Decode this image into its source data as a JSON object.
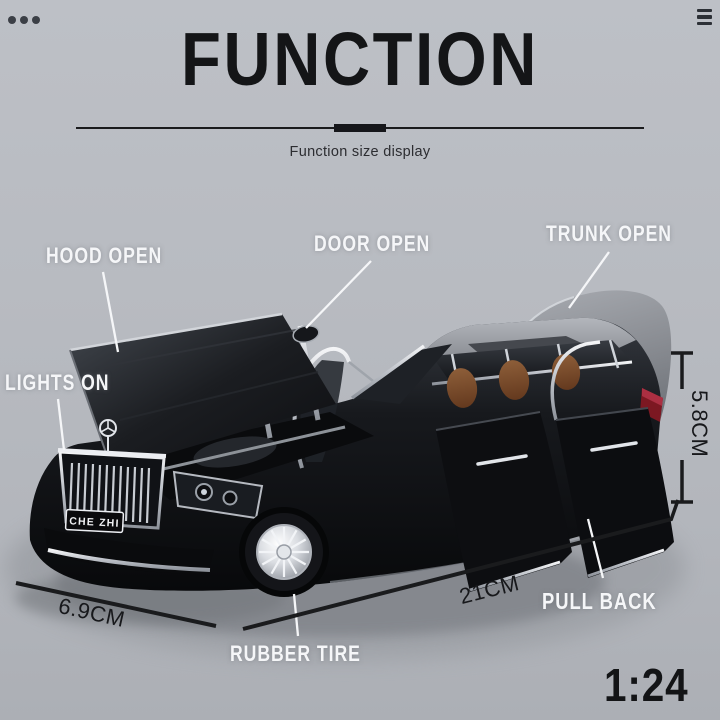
{
  "header": {
    "title": "FUNCTION",
    "subtitle": "Function size display"
  },
  "icons": {
    "top_left": "more-options-dots",
    "top_right": "hamburger-menu"
  },
  "feature_labels": {
    "hood": "HOOD OPEN",
    "door": "DOOR OPEN",
    "trunk": "TRUNK OPEN",
    "lights": "LIGHTS ON",
    "pull_back": "PULL BACK",
    "rubber_tire": "RUBBER TIRE"
  },
  "dimensions": {
    "height": "5.8CM",
    "length": "21CM",
    "width": "6.9CM"
  },
  "scale_ratio": "1:24",
  "car": {
    "license_plate": "CHE ZHI"
  },
  "colors": {
    "background": "#b8bbc1",
    "heading_text": "#141517",
    "annotation_white": "#f5f6f8",
    "dimension_black": "#1a1b1d",
    "car_body": "#0d0e11",
    "chrome": "#d6d9de",
    "roof_gray": "#9aa0a8",
    "interior_brown": "#7d4e2e",
    "taillight_red": "#7c1822"
  }
}
